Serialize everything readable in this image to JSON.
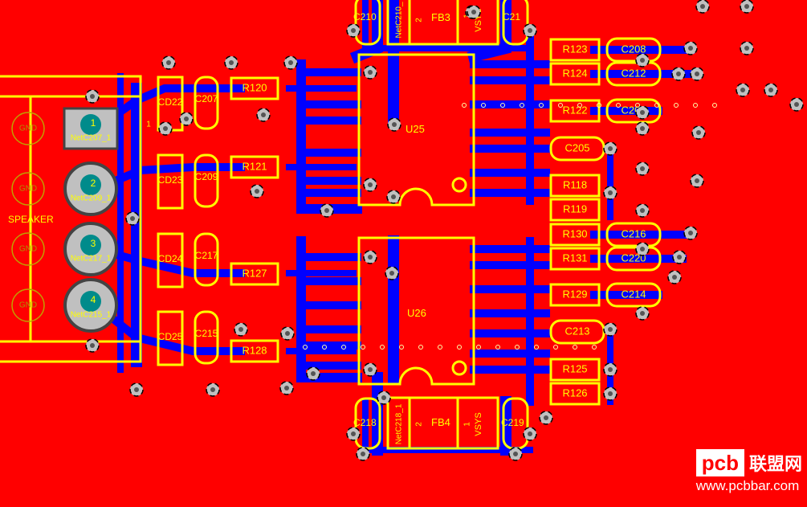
{
  "board": {
    "background": "#ff0000",
    "copper_bottom": "#0000ff",
    "silkscreen": "#ffff00",
    "pad_color": "#c0c0c0",
    "pin_color": "#008b8b"
  },
  "connector": {
    "name": "SPEAKER",
    "pins": [
      {
        "num": "1",
        "net": "NetC207_1"
      },
      {
        "num": "2",
        "net": "NetC209_1"
      },
      {
        "num": "3",
        "net": "NetC217_1"
      },
      {
        "num": "4",
        "net": "NetC215_1"
      }
    ]
  },
  "ics": [
    {
      "ref": "U25"
    },
    {
      "ref": "U26"
    }
  ],
  "beads": [
    {
      "ref": "FB3",
      "net": "NetC210_",
      "pin2": "2",
      "pin1": "1",
      "supply": "VSYS"
    },
    {
      "ref": "FB4",
      "net": "NetC218_1",
      "pin2": "2",
      "pin1": "1",
      "supply": "VSYS"
    }
  ],
  "diodes": [
    "CD22",
    "CD23",
    "CD24",
    "CD25"
  ],
  "left_caps": [
    "C207",
    "C209",
    "C217",
    "C215"
  ],
  "left_resistors": [
    "R120",
    "R121",
    "R127",
    "R128"
  ],
  "right_parts": [
    {
      "r": "R123",
      "c": "C208"
    },
    {
      "r": "R124",
      "c": "C212"
    },
    {
      "r": "R122",
      "c": "C206"
    },
    {
      "r": "",
      "c": "C205"
    },
    {
      "r": "R118",
      "c": ""
    },
    {
      "r": "R119",
      "c": ""
    },
    {
      "r": "R130",
      "c": "C216"
    },
    {
      "r": "R131",
      "c": "C220"
    },
    {
      "r": "R129",
      "c": "C214"
    },
    {
      "r": "",
      "c": "C213"
    },
    {
      "r": "R125",
      "c": ""
    },
    {
      "r": "R126",
      "c": ""
    }
  ],
  "bead_caps": {
    "top_left": "C210",
    "top_right": "C21",
    "bottom_left": "C218",
    "bottom_right": "C219"
  },
  "misc": {
    "pin1_mark": "1",
    "mounting_label": "GND"
  },
  "watermark": {
    "logo": "pcb",
    "cn": "联盟网",
    "url": "www.pcbbar.com"
  }
}
